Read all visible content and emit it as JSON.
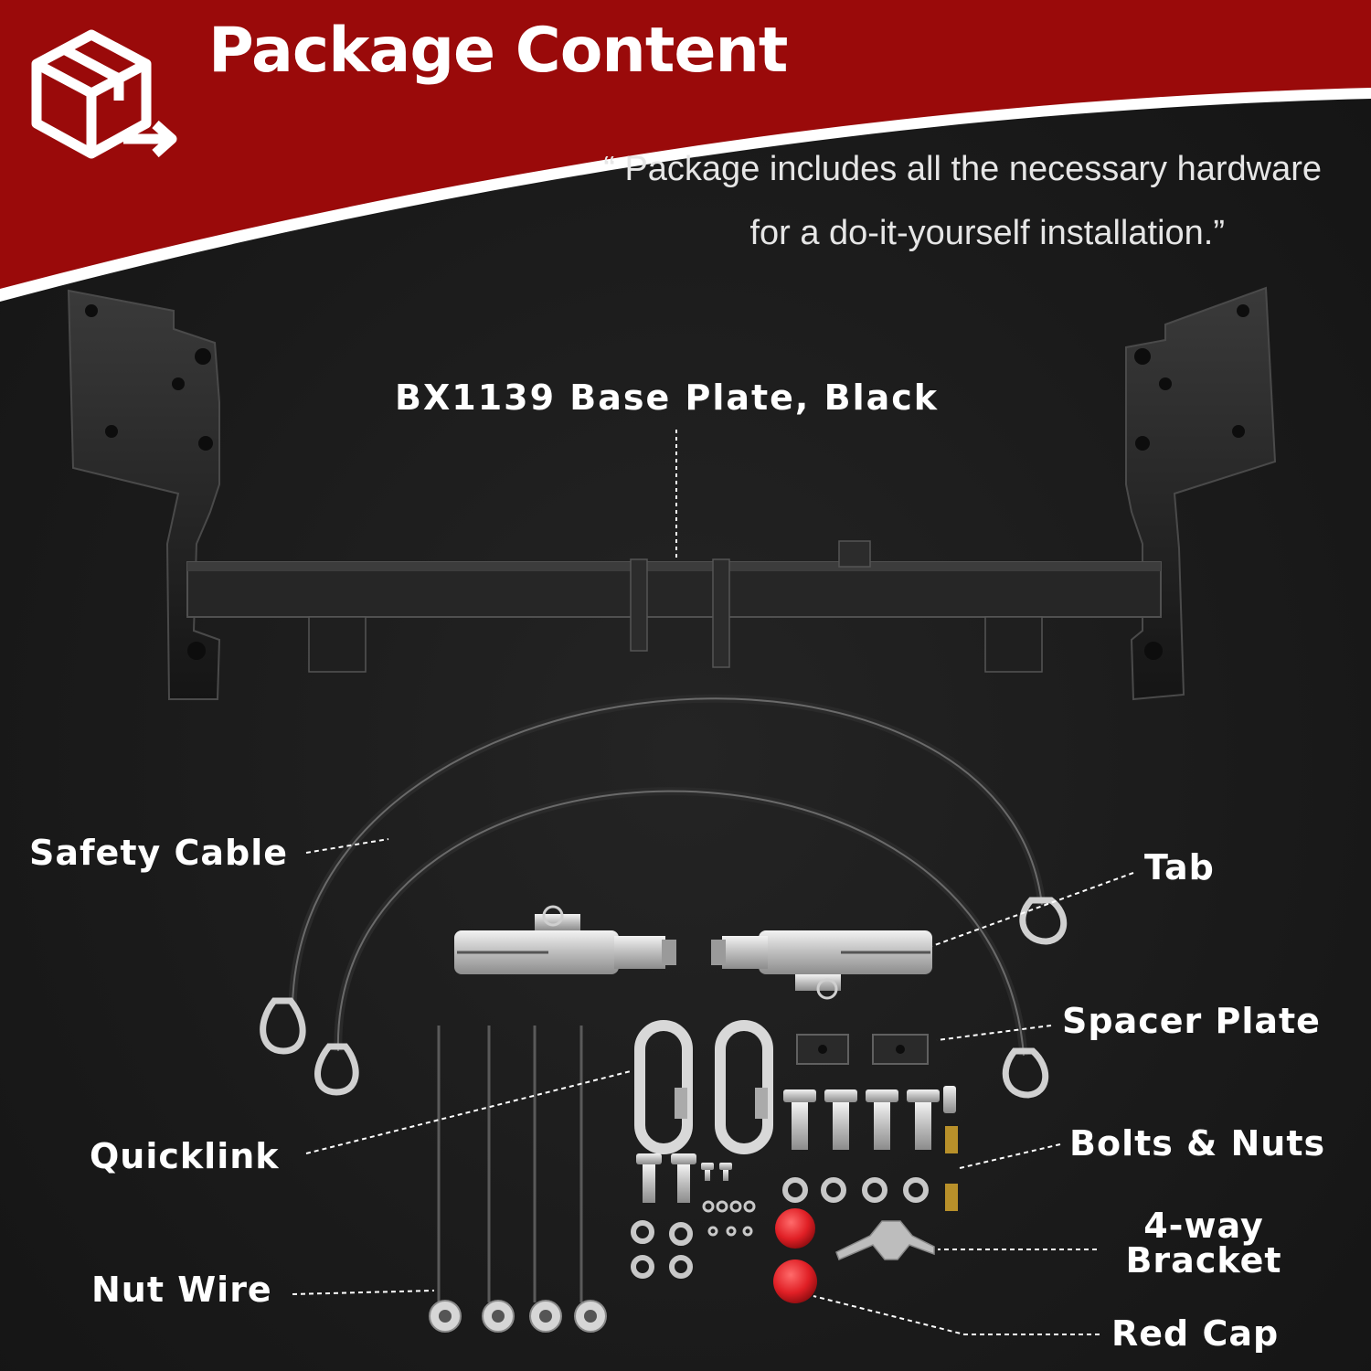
{
  "header": {
    "title": "Package Content",
    "quote_line1": "“ Package includes all the necessary hardware",
    "quote_line2": "for a do-it-yourself installation.”"
  },
  "labels": {
    "base_plate": "BX1139 Base Plate, Black",
    "safety_cable": "Safety Cable",
    "tab": "Tab",
    "spacer_plate": "Spacer Plate",
    "quicklink": "Quicklink",
    "bolts_nuts": "Bolts & Nuts",
    "bracket_line1": "4-way",
    "bracket_line2": "Bracket",
    "nut_wire": "Nut Wire",
    "red_cap": "Red Cap"
  },
  "colors": {
    "banner_red": "#9a0a0a",
    "background": "#1c1c1c",
    "metal": "#cfcfcf",
    "cap_red": "#e8242a"
  },
  "icons": [
    "package-box-icon"
  ]
}
